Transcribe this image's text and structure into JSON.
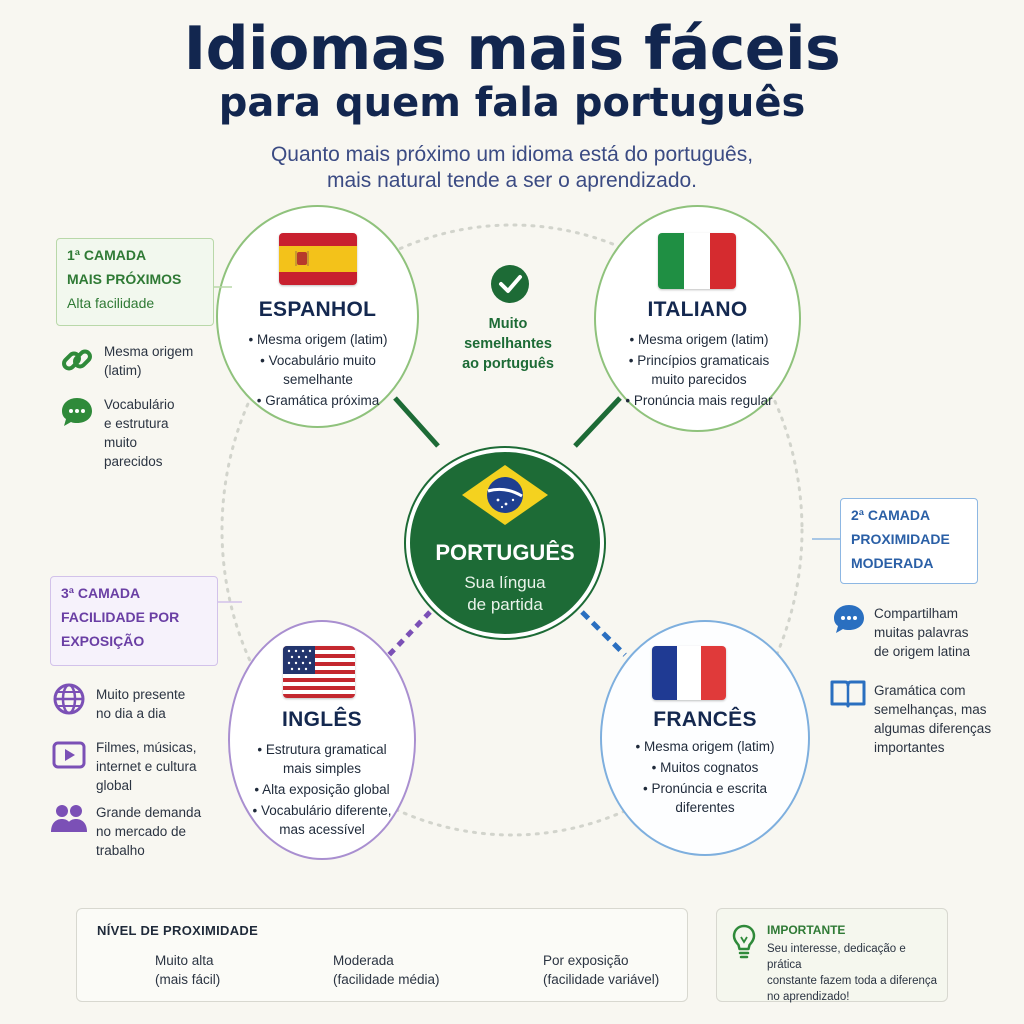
{
  "header": {
    "title_line1": "Idiomas mais fáceis",
    "title_line2": "para quem fala português",
    "subtitle_line1": "Quanto mais próximo um idioma está do português,",
    "subtitle_line2": "mais natural tende a ser o aprendizado."
  },
  "colors": {
    "green": "#1d6b36",
    "blue": "#2a6fc0",
    "purple": "#7b50b6",
    "navy": "#12264f"
  },
  "center": {
    "name": "PORTUGUÊS",
    "sub_line1": "Sua língua",
    "sub_line2": "de partida"
  },
  "check_note": {
    "line1": "Muito",
    "line2": "semelhantes",
    "line3": "ao português"
  },
  "languages": {
    "es": {
      "name": "ESPANHOL",
      "bullets": [
        "Mesma origem (latim)",
        "Vocabulário muito semelhante",
        "Gramática próxima"
      ]
    },
    "it": {
      "name": "ITALIANO",
      "bullets": [
        "Mesma origem (latim)",
        "Princípios gramaticais muito parecidos",
        "Pronúncia mais regular"
      ]
    },
    "en": {
      "name": "INGLÊS",
      "bullets": [
        "Estrutura gramatical mais simples",
        "Alta exposição global",
        "Vocabulário diferente, mas acessível"
      ]
    },
    "fr": {
      "name": "FRANCÊS",
      "bullets": [
        "Mesma origem (latim)",
        "Muitos cognatos",
        "Pronúncia e escrita diferentes"
      ]
    }
  },
  "layers": {
    "first": {
      "line1": "1ª CAMADA",
      "line2": "MAIS PRÓXIMOS",
      "line3": "Alta facilidade",
      "items": [
        {
          "icon": "link-icon",
          "text_line1": "Mesma origem",
          "text_line2": "(latim)"
        },
        {
          "icon": "chat-icon",
          "text_line1": "Vocabulário",
          "text_line2": "e estrutura",
          "text_line3": "muito",
          "text_line4": "parecidos"
        }
      ]
    },
    "second": {
      "line1": "2ª CAMADA",
      "line2": "PROXIMIDADE",
      "line3": "MODERADA",
      "items": [
        {
          "icon": "chat-icon",
          "text_line1": "Compartilham",
          "text_line2": "muitas palavras",
          "text_line3": "de origem latina"
        },
        {
          "icon": "book-icon",
          "text_line1": "Gramática com",
          "text_line2": "semelhanças, mas",
          "text_line3": "algumas diferenças",
          "text_line4": "importantes"
        }
      ]
    },
    "third": {
      "line1": "3ª CAMADA",
      "line2": "FACILIDADE POR",
      "line3": "EXPOSIÇÃO",
      "items": [
        {
          "icon": "globe-icon",
          "text_line1": "Muito presente",
          "text_line2": "no dia a dia"
        },
        {
          "icon": "play-icon",
          "text_line1": "Filmes, músicas,",
          "text_line2": "internet e cultura",
          "text_line3": "global"
        },
        {
          "icon": "people-icon",
          "text_line1": "Grande demanda",
          "text_line2": "no mercado de",
          "text_line3": "trabalho"
        }
      ]
    }
  },
  "legend": {
    "title": "NÍVEL DE PROXIMIDADE",
    "items": [
      {
        "label_line1": "Muito alta",
        "label_line2": "(mais fácil)",
        "color": "#1d6b36",
        "style": "solid"
      },
      {
        "label_line1": "Moderada",
        "label_line2": "(facilidade média)",
        "color": "#2a6fc0",
        "style": "solid"
      },
      {
        "label_line1": "Por exposição",
        "label_line2": "(facilidade variável)",
        "color": "#7b50b6",
        "style": "dashed"
      }
    ]
  },
  "important": {
    "title": "IMPORTANTE",
    "text_line1": "Seu interesse, dedicação e prática",
    "text_line2": "constante fazem toda a diferença",
    "text_line3": "no aprendizado!"
  }
}
